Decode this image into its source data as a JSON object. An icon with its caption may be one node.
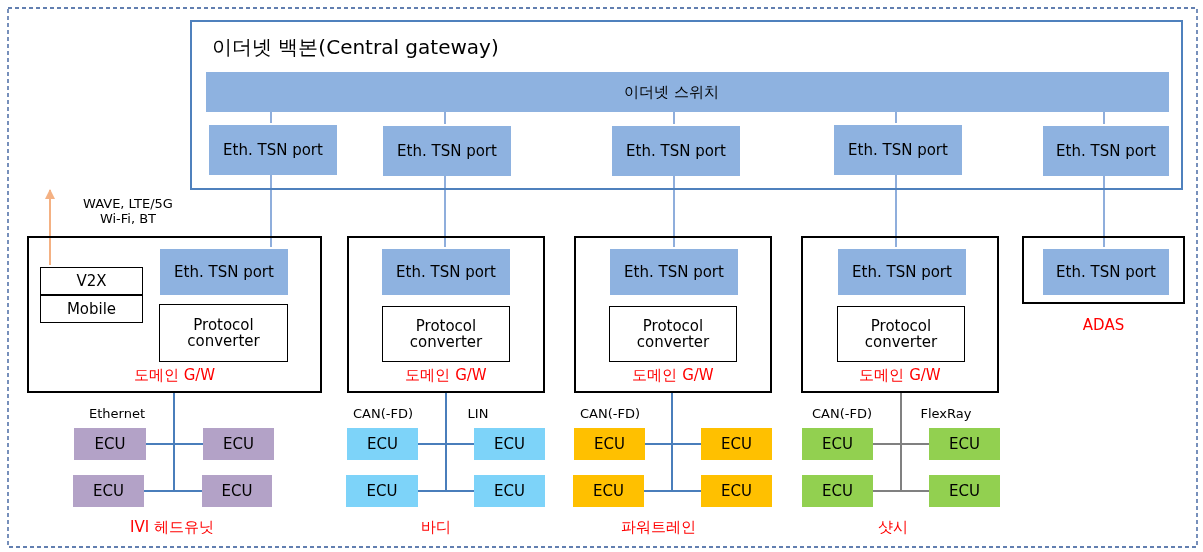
{
  "diagram": {
    "nodes": [
      {
        "text": [
          "이더넷 백본(Central gateway)"
        ]
      },
      {
        "text": [
          "이더넷 스위치"
        ],
        "in": 0
      },
      {
        "text": [
          "Eth. TSN port"
        ],
        "in": 0
      },
      {
        "text": [
          "Eth. TSN port"
        ],
        "in": 0
      },
      {
        "text": [
          "Eth. TSN port"
        ],
        "in": 0
      },
      {
        "text": [
          "Eth. TSN port"
        ],
        "in": 0
      },
      {
        "text": [
          "Eth. TSN port"
        ],
        "in": 0
      },
      {
        "text": [
          "도메인 G/W"
        ]
      },
      {
        "text": [
          "V2X"
        ],
        "in": 7
      },
      {
        "text": [
          "Mobile"
        ],
        "in": 7
      },
      {
        "text": [
          "Eth. TSN port"
        ],
        "in": 7
      },
      {
        "text": [
          "Protocol converter"
        ],
        "in": 7
      },
      {
        "text": [
          "ECU"
        ]
      },
      {
        "text": [
          "ECU"
        ]
      },
      {
        "text": [
          "ECU"
        ]
      },
      {
        "text": [
          "ECU"
        ]
      },
      {
        "text": [
          "도메인 G/W"
        ]
      },
      {
        "text": [
          "Eth. TSN port"
        ],
        "in": 16
      },
      {
        "text": [
          "Protocol converter"
        ],
        "in": 16
      },
      {
        "text": [
          "ECU"
        ]
      },
      {
        "text": [
          "ECU"
        ]
      },
      {
        "text": [
          "ECU"
        ]
      },
      {
        "text": [
          "ECU"
        ]
      },
      {
        "text": [
          "도메인 G/W"
        ]
      },
      {
        "text": [
          "Eth. TSN port"
        ],
        "in": 23
      },
      {
        "text": [
          "Protocol converter"
        ],
        "in": 23
      },
      {
        "text": [
          "ECU"
        ]
      },
      {
        "text": [
          "ECU"
        ]
      },
      {
        "text": [
          "ECU"
        ]
      },
      {
        "text": [
          "ECU"
        ]
      },
      {
        "text": [
          "도메인 G/W"
        ]
      },
      {
        "text": [
          "Eth. TSN port"
        ],
        "in": 30
      },
      {
        "text": [
          "Protocol converter"
        ],
        "in": 30
      },
      {
        "text": [
          "ECU"
        ]
      },
      {
        "text": [
          "ECU"
        ]
      },
      {
        "text": [
          "ECU"
        ]
      },
      {
        "text": [
          "ECU"
        ]
      },
      {
        "text": [
          "ADAS"
        ]
      },
      {
        "text": [
          "Eth. TSN port"
        ],
        "in": 37
      }
    ],
    "edges": [
      {
        "from": 1,
        "to": 2,
        "arrow": "none",
        "color": "#8faedc"
      },
      {
        "from": 1,
        "to": 3,
        "arrow": "none",
        "color": "#8faedc"
      },
      {
        "from": 1,
        "to": 4,
        "arrow": "none",
        "color": "#8faedc"
      },
      {
        "from": 1,
        "to": 5,
        "arrow": "none",
        "color": "#8faedc"
      },
      {
        "from": 1,
        "to": 6,
        "arrow": "none",
        "color": "#8faedc"
      },
      {
        "from": 2,
        "to": 10,
        "arrow": "none",
        "color": "#8faedc"
      },
      {
        "from": 3,
        "to": 17,
        "arrow": "none",
        "color": "#8faedc"
      },
      {
        "from": 4,
        "to": 24,
        "arrow": "none",
        "color": "#8faedc"
      },
      {
        "from": 5,
        "to": 31,
        "arrow": "none",
        "color": "#8faedc"
      },
      {
        "from": 6,
        "to": 38,
        "arrow": "none",
        "color": "#8faedc"
      },
      {
        "from": 8,
        "to": null,
        "arrow": "to",
        "color": "#f4b183",
        "label": "WAVE, LTE/5G Wi-Fi, BT"
      },
      {
        "from": 7,
        "to": 12,
        "arrow": "none"
      },
      {
        "from": 7,
        "to": 13,
        "arrow": "none"
      },
      {
        "from": 7,
        "to": 14,
        "arrow": "none"
      },
      {
        "from": 7,
        "to": 15,
        "arrow": "none"
      },
      {
        "from": 16,
        "to": 19,
        "arrow": "none"
      },
      {
        "from": 16,
        "to": 20,
        "arrow": "none"
      },
      {
        "from": 16,
        "to": 21,
        "arrow": "none"
      },
      {
        "from": 16,
        "to": 22,
        "arrow": "none"
      },
      {
        "from": 23,
        "to": 26,
        "arrow": "none"
      },
      {
        "from": 23,
        "to": 27,
        "arrow": "none"
      },
      {
        "from": 23,
        "to": 28,
        "arrow": "none"
      },
      {
        "from": 23,
        "to": 29,
        "arrow": "none"
      },
      {
        "from": 30,
        "to": 33,
        "arrow": "none",
        "color": "#808080"
      },
      {
        "from": 30,
        "to": 34,
        "arrow": "none",
        "color": "#808080"
      },
      {
        "from": 30,
        "to": 35,
        "arrow": "none",
        "color": "#808080"
      },
      {
        "from": 30,
        "to": 36,
        "arrow": "none",
        "color": "#808080"
      }
    ],
    "labels": [
      "Ethernet",
      "CAN(-FD)",
      "LIN",
      "CAN(-FD)",
      "CAN(-FD)",
      "FlexRay",
      "IVI 헤드유닛",
      "바디",
      "파워트레인",
      "샷시"
    ]
  }
}
